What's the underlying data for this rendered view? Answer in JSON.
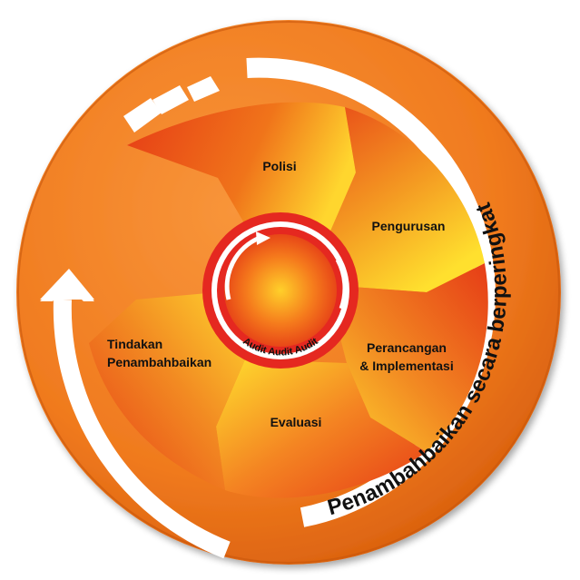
{
  "segments": {
    "polisi": "Polisi",
    "pengurusan": "Pengurusan",
    "perancangan_line1": "Perancangan",
    "perancangan_line2": "& Implementasi",
    "evaluasi": "Evaluasi",
    "tindakan_line1": "Tindakan",
    "tindakan_line2": "Penambahbaikan"
  },
  "audit": [
    "Audit",
    "Audit",
    "Audit"
  ],
  "outer_arrow_label": "Penambahbaikan secara berperingkat",
  "colors": {
    "outer_disc": "#f07a1e",
    "segment_dark": "#e63c16",
    "segment_light": "#ffd62e",
    "center_ring": "#e52820",
    "arrow_white": "#ffffff"
  },
  "icons": {
    "outer_arrow": "curved-arrow-up-icon",
    "inner_arrow": "circular-arrow-icon"
  }
}
